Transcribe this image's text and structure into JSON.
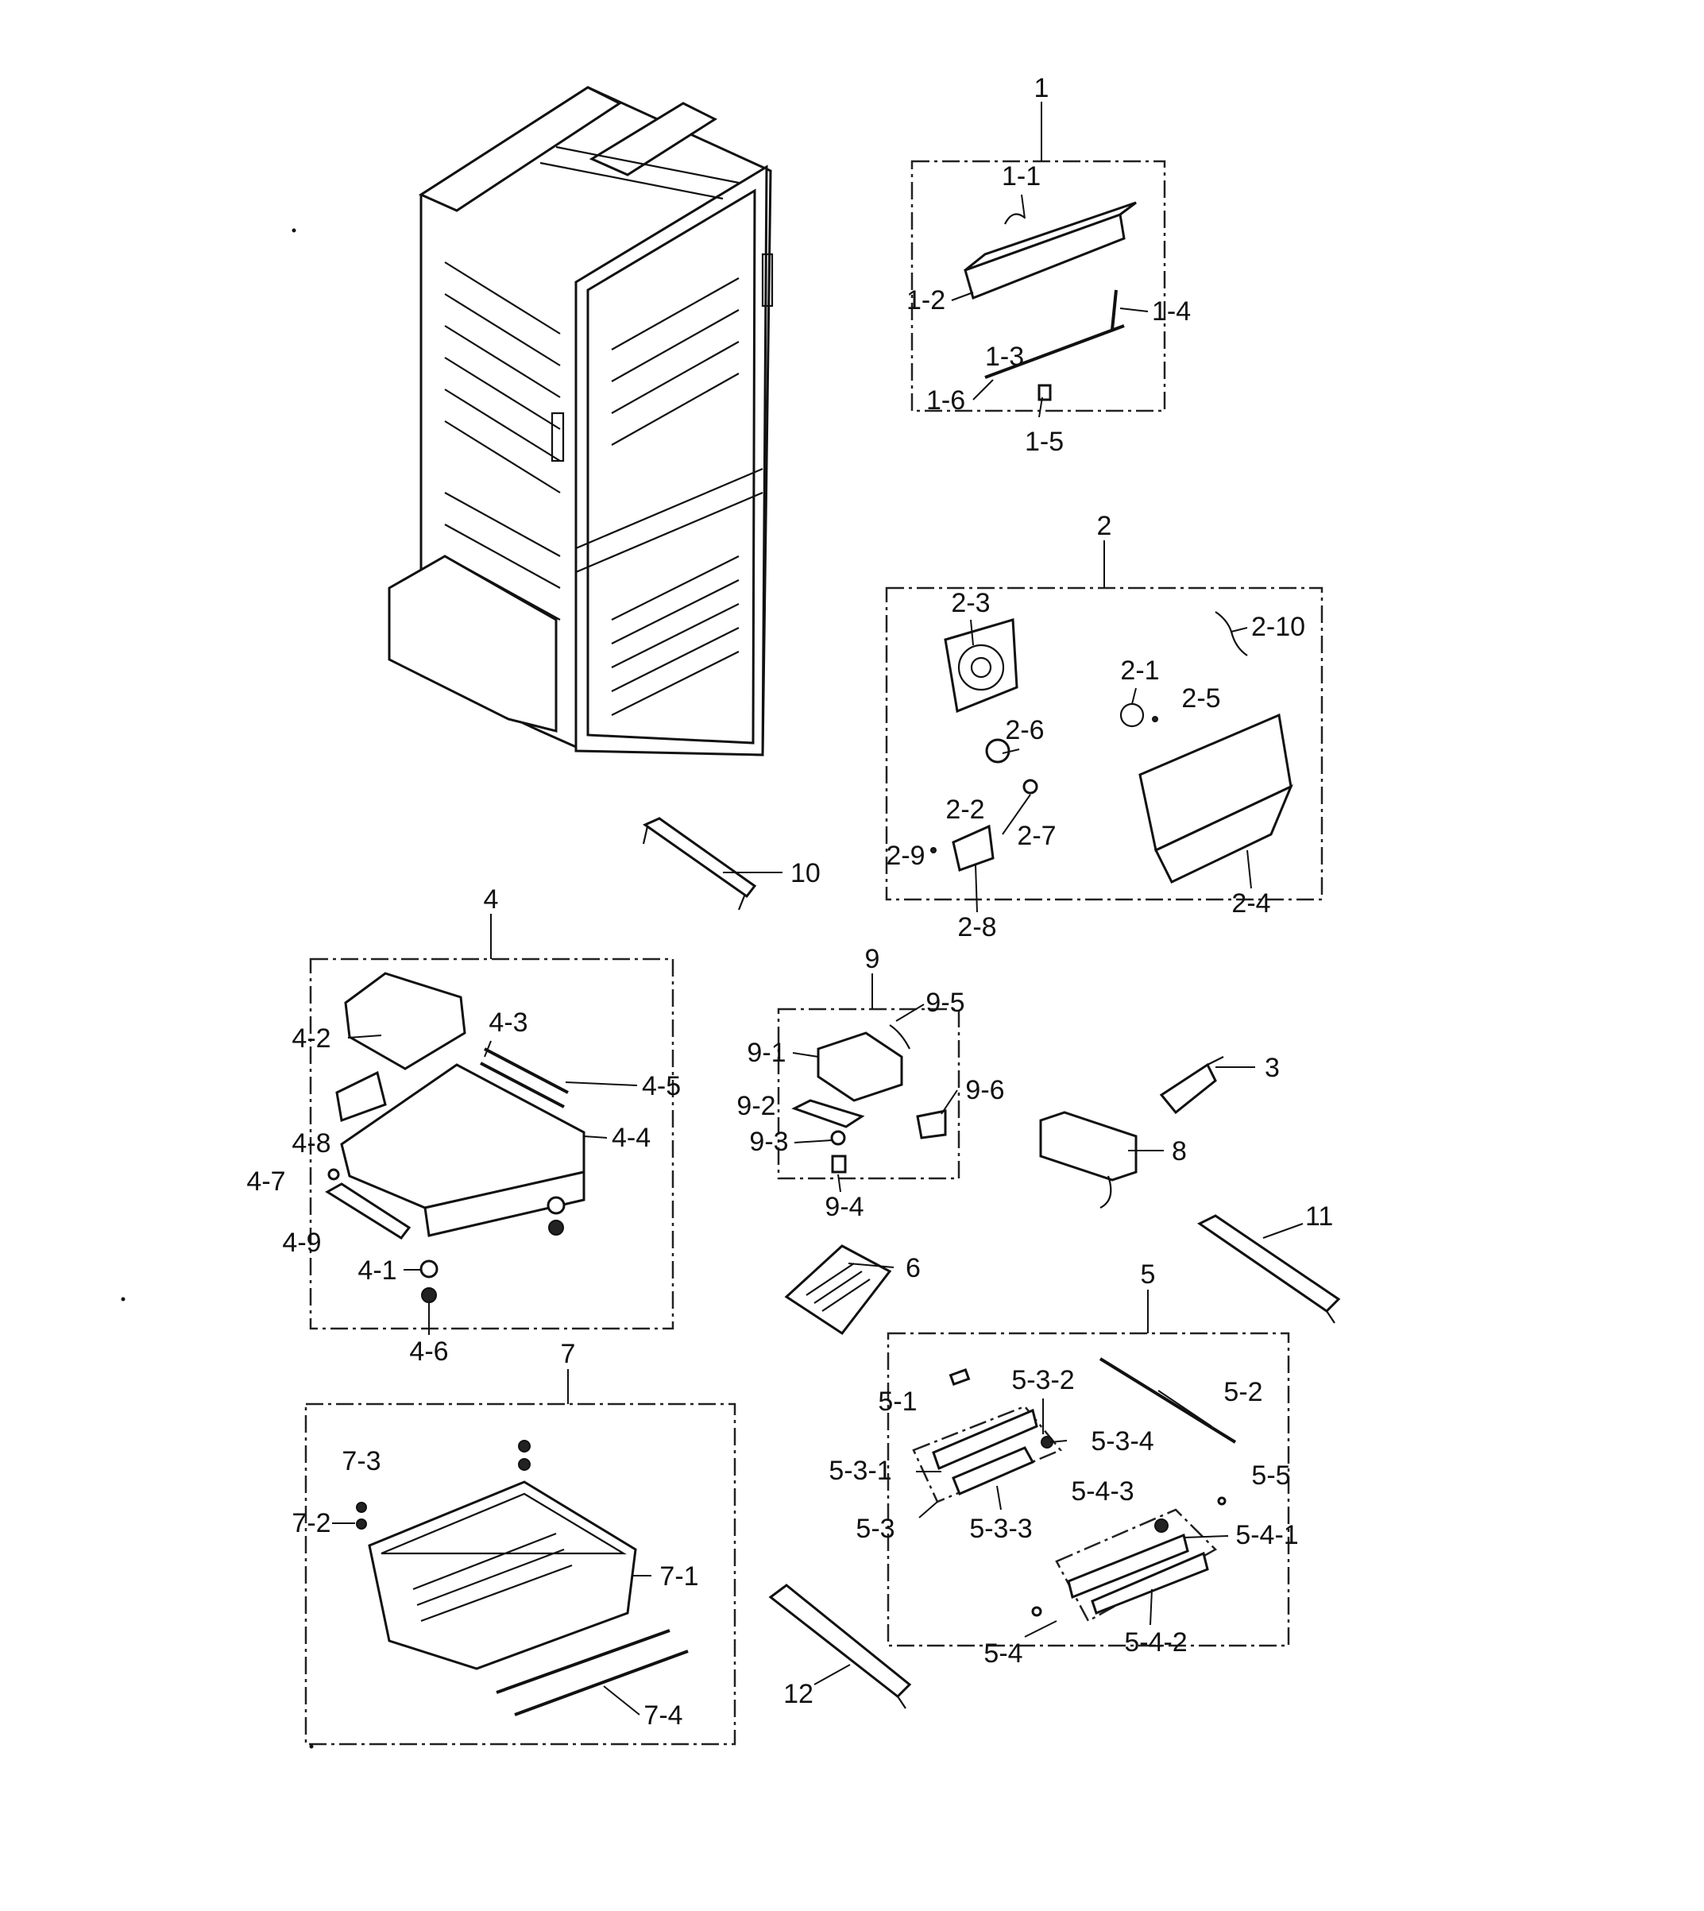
{
  "labels": {
    "p1": "1",
    "p1_1": "1-1",
    "p1_2": "1-2",
    "p1_3": "1-3",
    "p1_4": "1-4",
    "p1_5": "1-5",
    "p1_6": "1-6",
    "p2": "2",
    "p2_1": "2-1",
    "p2_2": "2-2",
    "p2_3": "2-3",
    "p2_4": "2-4",
    "p2_5": "2-5",
    "p2_6": "2-6",
    "p2_7": "2-7",
    "p2_8": "2-8",
    "p2_9": "2-9",
    "p2_10": "2-10",
    "p3": "3",
    "p4": "4",
    "p4_1": "4-1",
    "p4_2": "4-2",
    "p4_3": "4-3",
    "p4_4": "4-4",
    "p4_5": "4-5",
    "p4_6": "4-6",
    "p4_7": "4-7",
    "p4_8": "4-8",
    "p4_9": "4-9",
    "p5": "5",
    "p5_1": "5-1",
    "p5_2": "5-2",
    "p5_3": "5-3",
    "p5_3_1": "5-3-1",
    "p5_3_2": "5-3-2",
    "p5_3_3": "5-3-3",
    "p5_3_4": "5-3-4",
    "p5_4": "5-4",
    "p5_4_1": "5-4-1",
    "p5_4_2": "5-4-2",
    "p5_4_3": "5-4-3",
    "p5_5": "5-5",
    "p6": "6",
    "p7": "7",
    "p7_1": "7-1",
    "p7_2": "7-2",
    "p7_3": "7-3",
    "p7_4": "7-4",
    "p8": "8",
    "p9": "9",
    "p9_1": "9-1",
    "p9_2": "9-2",
    "p9_3": "9-3",
    "p9_4": "9-4",
    "p9_5": "9-5",
    "p9_6": "9-6",
    "p10": "10",
    "p11": "11",
    "p12": "12"
  }
}
